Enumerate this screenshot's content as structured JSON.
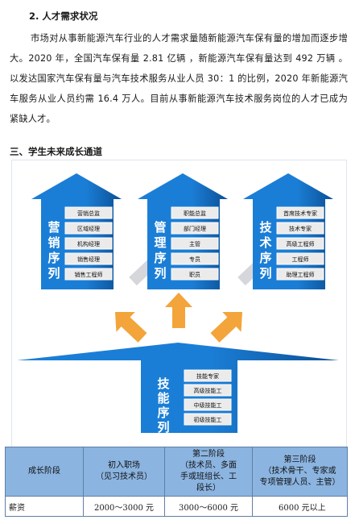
{
  "section2": {
    "heading": "2. 人才需求状况",
    "paragraph": "市场对从事新能源汽车行业的人才需求量随新能源汽车保有量的增加而逐步增大。2020 年，全国汽车保有量 2.81 亿辆 ，新能源汽车保有量达到 492 万辆 。以发达国家汽车保有量与汽车技术服务从业人员 30：1 的比例，2020 年新能源汽车服务从业人员约需 16.4 万人。目前从事新能源汽车技术服务岗位的人才已成为紧缺人才。"
  },
  "section3": {
    "heading": "三、学生未来成长通道"
  },
  "diagram": {
    "colors": {
      "arrow": "#1b7ed6",
      "arrow_dark": "#0b4f95",
      "orange": "#f3a43a",
      "gray": "#d5d7da",
      "box": "#ebebeb"
    },
    "paths": [
      {
        "name": "营销序列",
        "chars": [
          "营",
          "销",
          "序",
          "列"
        ],
        "roles": [
          "营销总监",
          "区域经理",
          "机构经理",
          "销售经理",
          "销售工程师"
        ]
      },
      {
        "name": "管理序列",
        "chars": [
          "管",
          "理",
          "序",
          "列"
        ],
        "roles": [
          "职能总监",
          "部门经理",
          "主管",
          "专员",
          "职员"
        ]
      },
      {
        "name": "技术序列",
        "chars": [
          "技",
          "术",
          "序",
          "列"
        ],
        "roles": [
          "首席技术专家",
          "技术专家",
          "高级工程师",
          "工程师",
          "助理工程师"
        ]
      },
      {
        "name": "技能序列",
        "chars": [
          "技",
          "能",
          "序",
          "列"
        ],
        "roles": [
          "技能专家",
          "高级技能工",
          "中级技能工",
          "初级技能工"
        ]
      }
    ]
  },
  "table": {
    "headers": [
      "成长阶段",
      "初入职场\n（见习技术员）",
      "第二阶段\n（技术员、多面\n手或班组长、工\n段长）",
      "第三阶段\n（技术骨干、专家或\n专项管理人员、主管）"
    ],
    "rows": [
      {
        "label": "薪资",
        "cells": [
          "2000～3000 元",
          "3000～6000 元",
          "6000 元以上"
        ]
      }
    ]
  }
}
